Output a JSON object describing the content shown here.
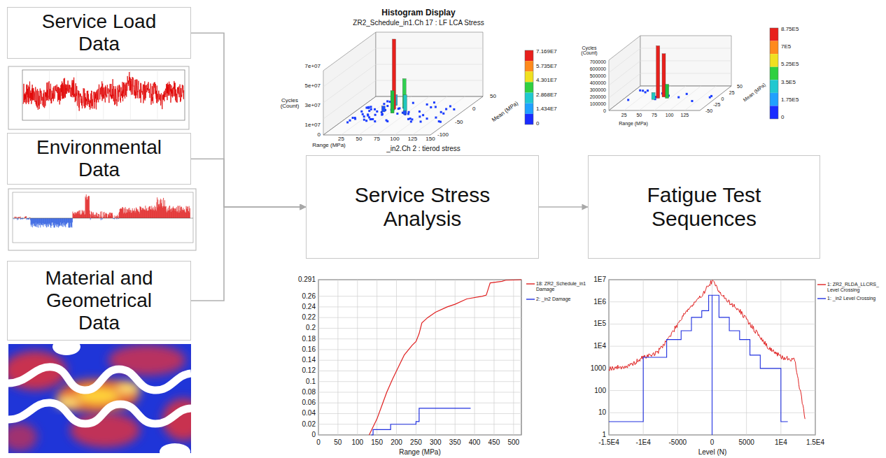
{
  "diagram": {
    "nodes": [
      {
        "text": [
          "Service Load Data"
        ]
      },
      {
        "text": [
          "Environmental Data"
        ]
      },
      {
        "text": [
          "Material and Geometrical Data"
        ]
      },
      {
        "text": [
          "Service Stress Analysis"
        ]
      },
      {
        "text": [
          "Fatigue Test Sequences"
        ]
      }
    ],
    "edges": [
      {
        "from": 0,
        "to": 3,
        "arrow": "to"
      },
      {
        "from": 1,
        "to": 3,
        "arrow": "to"
      },
      {
        "from": 2,
        "to": 3,
        "arrow": "to"
      },
      {
        "from": 3,
        "to": 4,
        "arrow": "to"
      }
    ],
    "labels": [
      "Histogram Display",
      "ZR2_Schedule_in1.Ch 17 : LF LCA Stress",
      "_in2.Ch 2 : tierod stress",
      "Cycles (Count)",
      "7e+07",
      "5e+07",
      "3e+07",
      "1e+07",
      "0",
      "Range (MPa)",
      "25",
      "50",
      "75",
      "100",
      "125",
      "150",
      "Mean (MPa)",
      "50",
      "0",
      "-50",
      "-100",
      "7.169E7",
      "5.735E7",
      "4.301E7",
      "2.868E7",
      "1.434E7",
      "0",
      "Cycles (Count)",
      "700000",
      "600000",
      "500000",
      "400000",
      "300000",
      "200000",
      "100000",
      "0",
      "Range (MPa)",
      "25",
      "50",
      "75",
      "100",
      "125",
      "Mean (MPa)",
      "50",
      "25",
      "0",
      "-25",
      "-50",
      "8.75E5",
      "7E5",
      "5.25E5",
      "3.5E5",
      "1.75E5",
      "0",
      "0.291",
      "0.26",
      "0.24",
      "0.22",
      "0.2",
      "0.18",
      "0.16",
      "0.14",
      "0.12",
      "0.1",
      "0.08",
      "0.06",
      "0.04",
      "0.02",
      "0",
      "0",
      "50",
      "100",
      "150",
      "200",
      "250",
      "300",
      "350",
      "400",
      "450",
      "500",
      "Range (MPa)",
      "1E7",
      "1E6",
      "1E5",
      "1E4",
      "1000",
      "100",
      "10",
      "1",
      "-1.5E4",
      "-1E4",
      "-5000",
      "0",
      "5000",
      "1E4",
      "1.5E4",
      "Level (N)"
    ],
    "legend": [
      {
        "text": "18: ZR2_Schedule_in1 Damage"
      },
      {
        "text": "2: _in2 Damage"
      },
      {
        "text": "1: ZR2_RLDA_LLCRS_ Level Crossing"
      },
      {
        "text": "1: _in2 Level Crossing"
      }
    ]
  }
}
